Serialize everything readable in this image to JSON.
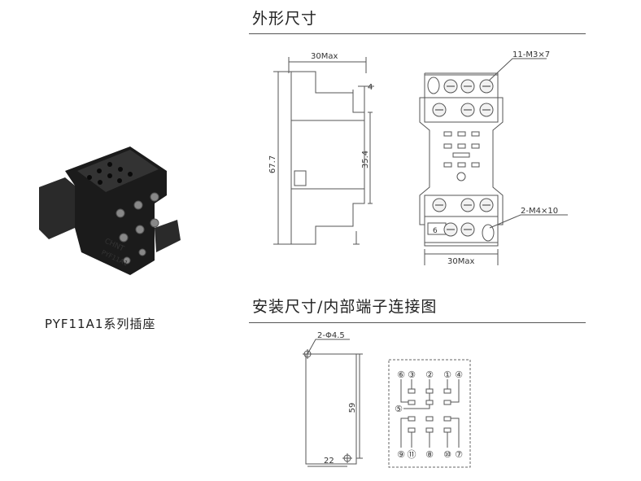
{
  "sections": {
    "outline_title": "外形尺寸",
    "mounting_title": "安装尺寸/内部端子连接图"
  },
  "product": {
    "caption": "PYF11A1系列插座",
    "brand_mark": "CHNT",
    "model_mark": "PYF11A1"
  },
  "outline": {
    "side_width": "30Max",
    "side_height": "67.7",
    "side_offset": "4",
    "side_inner": "35.4",
    "front_width": "30Max",
    "screw_top": "11-M3×7",
    "screw_bottom": "2-M4×10",
    "front_small": "6"
  },
  "mounting": {
    "holes": "2-Φ4.5",
    "height": "59",
    "width": "22"
  },
  "pins": {
    "top_row": [
      "⑥",
      "③",
      "②",
      "①",
      "④"
    ],
    "middle": "⑤",
    "bottom_row": [
      "⑨",
      "⑪",
      "⑧",
      "⑩",
      "⑦"
    ]
  },
  "colors": {
    "line": "#555555",
    "body": "#1e1e1e"
  }
}
